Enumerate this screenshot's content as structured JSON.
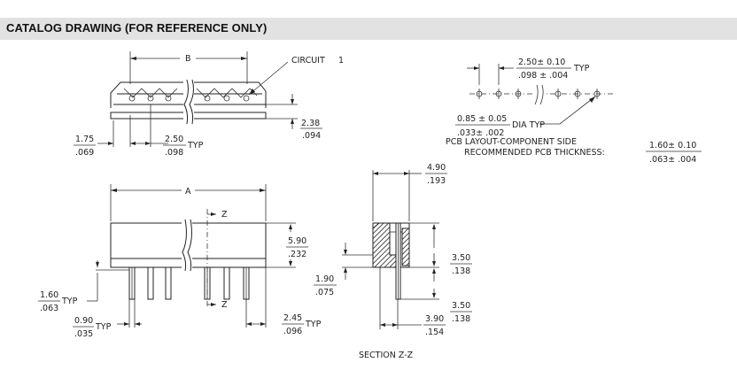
{
  "header": {
    "title": "CATALOG DRAWING (FOR REFERENCE ONLY)"
  },
  "labels": {
    "B": "B",
    "circuit": "CIRCUIT",
    "circuit_num": "1",
    "A": "A",
    "z_top": "Z",
    "z_bottom": "Z",
    "section": "SECTION  Z-Z",
    "typ1": "TYP",
    "typ_pitch_top": "TYP",
    "typ_lead": "TYP",
    "typ_width": "TYP",
    "typ_offset": "TYP",
    "dia_typ": "DIA TYP",
    "pcb1": "PCB  LAYOUT-COMPONENT  SIDE",
    "pcb2": "RECOMMENDED  PCB  THICKNESS:"
  },
  "dims": {
    "d238": {
      "mm": "2.38",
      "in": ".094"
    },
    "d175": {
      "mm": "1.75",
      "in": ".069"
    },
    "d250": {
      "mm": "2.50",
      "in": ".098"
    },
    "d590": {
      "mm": "5.90",
      "in": ".232"
    },
    "d160": {
      "mm": "1.60",
      "in": ".063"
    },
    "d090": {
      "mm": "0.90",
      "in": ".035"
    },
    "d245": {
      "mm": "2.45",
      "in": ".096"
    },
    "d490": {
      "mm": "4.90",
      "in": ".193"
    },
    "d350a": {
      "mm": "3.50",
      "in": ".138"
    },
    "d190": {
      "mm": "1.90",
      "in": ".075"
    },
    "d350b": {
      "mm": "3.50",
      "in": ".138"
    },
    "d390": {
      "mm": "3.90",
      "in": ".154"
    },
    "pitch": {
      "mm": "2.50± 0.10",
      "in": ".098 ± .004"
    },
    "dia": {
      "mm": "0.85 ± 0.05",
      "in": ".033± .002"
    },
    "thick": {
      "mm": "1.60± 0.10",
      "in": ".063± .004"
    }
  }
}
